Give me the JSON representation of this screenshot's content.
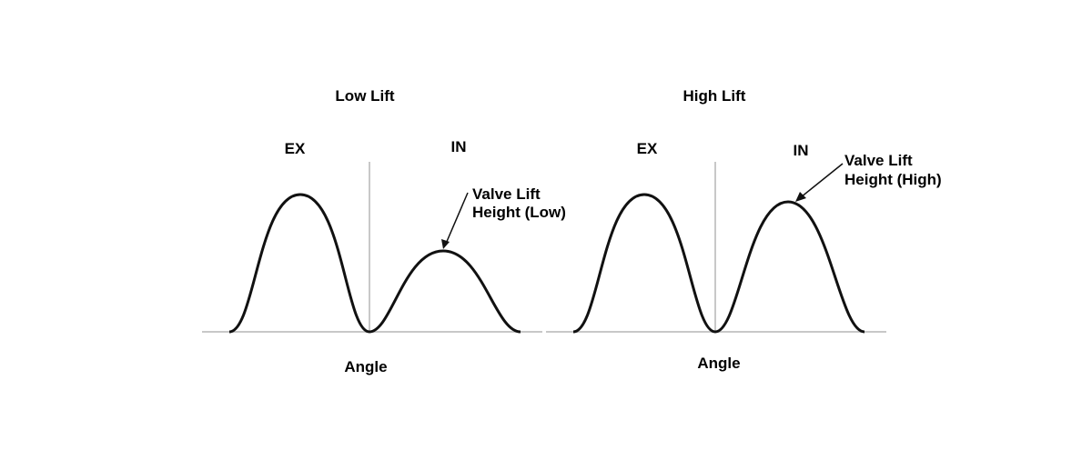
{
  "diagram": {
    "panels": [
      {
        "title": "Low Lift",
        "exhaust_label": "EX",
        "intake_label": "IN",
        "axis_label": "Angle",
        "callout_line1": "Valve Lift",
        "callout_line2": "Height (Low)"
      },
      {
        "title": "High Lift",
        "exhaust_label": "EX",
        "intake_label": "IN",
        "axis_label": "Angle",
        "callout_line1": "Valve Lift",
        "callout_line2": "Height (High)"
      }
    ],
    "colors": {
      "curve": "#111111",
      "axis": "#c8c8c8"
    }
  }
}
